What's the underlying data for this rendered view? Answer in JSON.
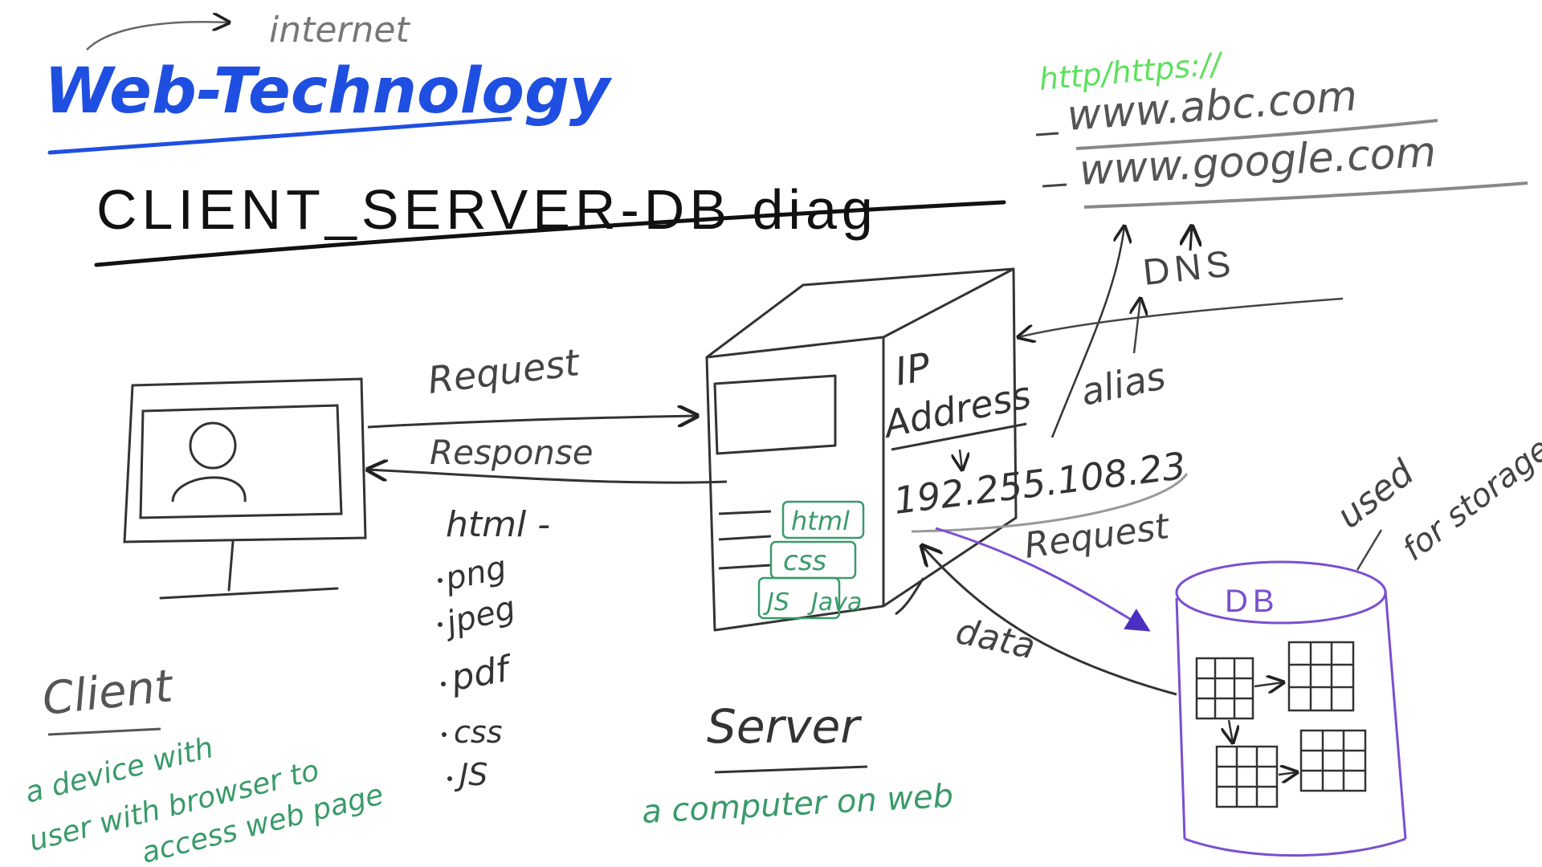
{
  "page": {
    "internet_label": "internet",
    "title": "Web-Technology",
    "subtitle": "CLIENT_SERVER-DB diag"
  },
  "client": {
    "label": "Client",
    "description_lines": [
      "a device with",
      "user with browser to",
      "access web page"
    ]
  },
  "arrows": {
    "request": "Request",
    "response": "Response",
    "db_request": "Request",
    "db_data": "data"
  },
  "response_files": [
    "html -",
    "png",
    "jpeg",
    "pdf",
    "css",
    "JS"
  ],
  "server": {
    "label": "Server",
    "description": "a computer on web",
    "stored_files": [
      "html",
      "css",
      "JS",
      "Java"
    ],
    "ip_label_lines": [
      "IP",
      "Address"
    ],
    "ip_value": "192.255.108.23"
  },
  "dns": {
    "protocol": "http/https://",
    "domains": [
      "www.abc.com",
      "www.google.com"
    ],
    "dns_label": "DNS",
    "alias_label": "alias"
  },
  "db": {
    "label": "DB",
    "used_for_lines": [
      "used",
      "for storage"
    ]
  },
  "colors": {
    "ink": "#222222",
    "title_blue": "#1f4fe0",
    "green_note": "#3a9a6a",
    "bright_green": "#5ee05e",
    "purple": "#7a4fd0"
  }
}
